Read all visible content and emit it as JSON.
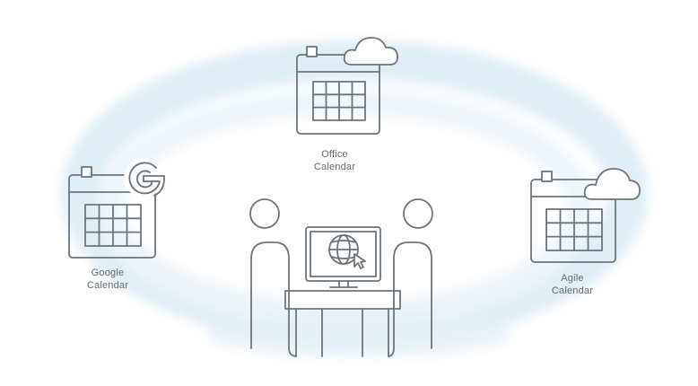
{
  "colors": {
    "stroke": "#6b757d",
    "ring": "#dcecf6",
    "ring_light": "#ecf5fb",
    "cloud_fill": "#ffffff",
    "label": "#5e6b74"
  },
  "nodes": {
    "office": {
      "line1": "Office",
      "line2": "Calendar",
      "badge_icon": "cloud-icon"
    },
    "google": {
      "line1": "Google",
      "line2": "Calendar",
      "badge_icon": "google-g-icon"
    },
    "agile": {
      "line1": "Agile",
      "line2": "Calendar",
      "badge_icon": "cloud-icon"
    }
  },
  "center": {
    "people_icon": "two-people-icon",
    "monitor_icon": "monitor-icon",
    "globe_icon": "globe-icon",
    "cursor_icon": "cursor-icon",
    "desk_icon": "desk-icon"
  }
}
